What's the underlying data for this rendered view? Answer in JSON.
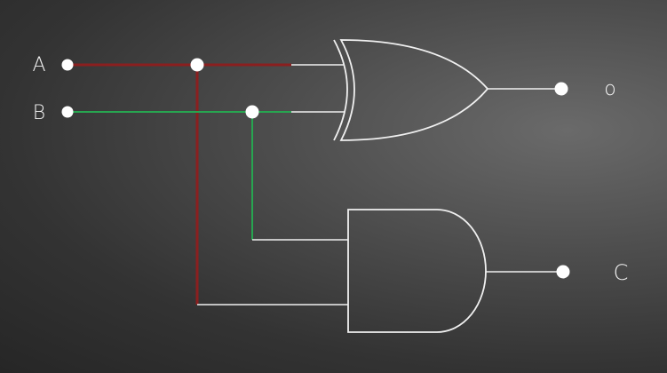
{
  "diagram": {
    "inputs": [
      {
        "label": "A"
      },
      {
        "label": "B"
      }
    ],
    "outputs": [
      {
        "label": "o"
      },
      {
        "label": "C"
      }
    ],
    "gates": [
      {
        "type": "XOR",
        "inputs": [
          "A",
          "B"
        ],
        "output": "o"
      },
      {
        "type": "AND",
        "inputs": [
          "B",
          "A"
        ],
        "output": "C"
      }
    ],
    "colors": {
      "wire_a": "#8b1f1f",
      "wire_b": "#27a550",
      "gate_stroke": "#f0f0f0",
      "background": "#3a3a3a"
    }
  }
}
